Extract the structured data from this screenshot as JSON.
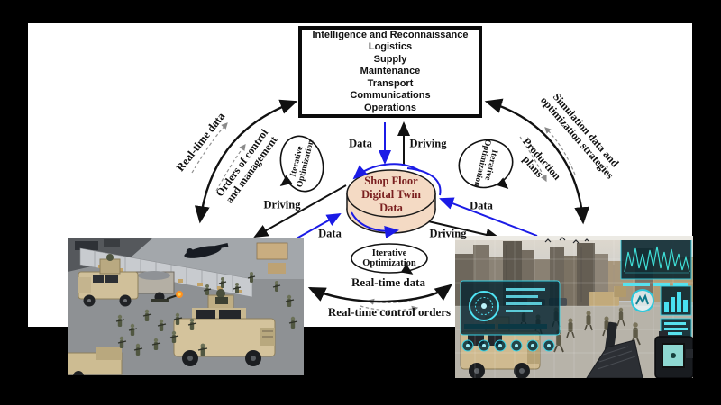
{
  "top_box": {
    "lines": [
      "Intelligence and Reconnaissance",
      "Logistics",
      "Supply",
      "Maintenance",
      "Transport",
      "Communications",
      "Operations"
    ]
  },
  "cylinder": {
    "line1": "Shop Floor",
    "line2": "Digital Twin",
    "line3": "Data"
  },
  "flows": {
    "data": "Data",
    "driving": "Driving",
    "realtime_data": "Real-time data",
    "realtime_control": "Real-time control orders",
    "orders_l1": "Orders of control",
    "orders_l2": "and management",
    "sim_l1": "Simulation data and",
    "sim_l2": "optimization strategies",
    "production_l1": "Production",
    "production_l2": "plans",
    "iterative_l1": "Iterative",
    "iterative_l2": "Optimization"
  },
  "colors": {
    "data_flow_blue": "#1b1be6",
    "driving_flow_black": "#111111",
    "dashed_gray": "#909090",
    "cylinder_fill": "#f4dac4",
    "cylinder_text": "#7a1f1f",
    "hud_cyan": "#3fd8ea"
  }
}
